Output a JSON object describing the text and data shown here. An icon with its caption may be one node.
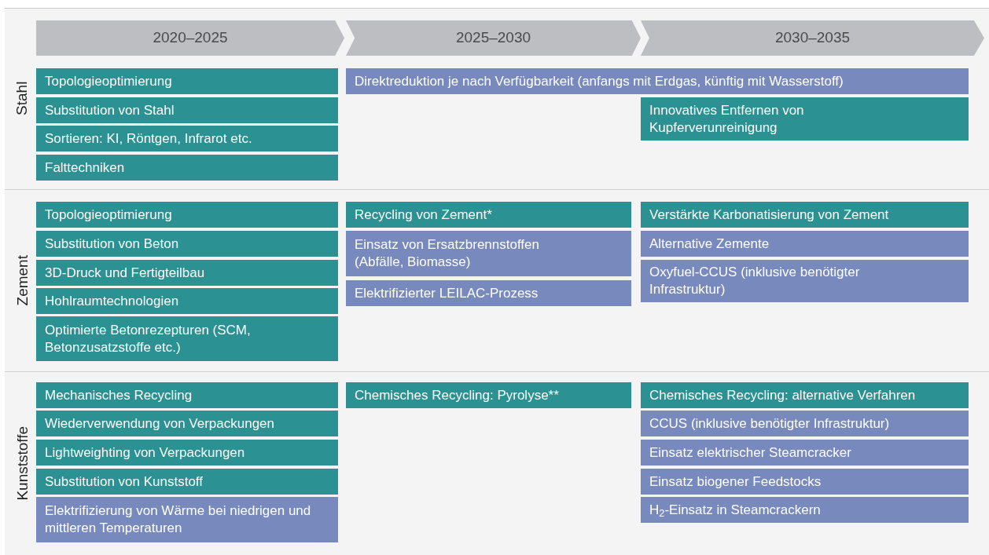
{
  "diagram": {
    "nodes": [
      {
        "text": [
          "2020–2025"
        ]
      },
      {
        "text": [
          "2025–2030"
        ]
      },
      {
        "text": [
          "2030–2035"
        ]
      },
      {
        "text": [
          "Topologieoptimierung"
        ]
      },
      {
        "text": [
          "Substitution von Stahl"
        ]
      },
      {
        "text": [
          "Sortieren: KI, Röntgen, Infrarot etc."
        ]
      },
      {
        "text": [
          "Falttechniken"
        ]
      },
      {
        "text": [
          "Direktreduktion je nach Verfügbarkeit (anfangs mit Erdgas, künftig mit Wasserstoff)"
        ]
      },
      {
        "text": [
          "Innovatives Entfernen von Kupferverunreinigung"
        ]
      },
      {
        "text": [
          "Topologieoptimierung"
        ]
      },
      {
        "text": [
          "Substitution von Beton"
        ]
      },
      {
        "text": [
          "3D-Druck und Fertigteilbau"
        ]
      },
      {
        "text": [
          "Hohlraumtechnologien"
        ]
      },
      {
        "text": [
          "Optimierte Betonrezepturen (SCM, Betonzusatzstoffe etc.)"
        ]
      },
      {
        "text": [
          "Recycling von Zement*"
        ]
      },
      {
        "text": [
          "Einsatz von Ersatzbrennstoffen (Abfälle, Biomasse)"
        ]
      },
      {
        "text": [
          "Elektrifizierter LEILAC-Prozess"
        ]
      },
      {
        "text": [
          "Verstärkte Karbonatisierung von Zement"
        ]
      },
      {
        "text": [
          "Alternative Zemente"
        ]
      },
      {
        "text": [
          "Oxyfuel-CCUS (inklusive benötigter Infrastruktur)"
        ]
      },
      {
        "text": [
          "Mechanisches Recycling"
        ]
      },
      {
        "text": [
          "Wiederverwendung von Verpackungen"
        ]
      },
      {
        "text": [
          "Lightweighting von Verpackungen"
        ]
      },
      {
        "text": [
          "Substitution von Kunststoff"
        ]
      },
      {
        "text": [
          "Elektrifizierung von Wärme bei niedrigen und mittleren Temperaturen"
        ]
      },
      {
        "text": [
          "Chemisches Recycling: Pyrolyse**"
        ]
      },
      {
        "text": [
          "Chemisches Recycling: alternative Verfahren"
        ]
      },
      {
        "text": [
          "CCUS (inklusive benötigter Infrastruktur)"
        ]
      },
      {
        "text": [
          "Einsatz elektrischer Steamcracker"
        ]
      },
      {
        "text": [
          "Einsatz biogener Feedstocks"
        ]
      },
      {
        "text": [
          "H$_{2}$-Einsatz in Steamcrackern"
        ]
      }
    ],
    "labels": [
      "Stahl",
      "Zement",
      "Kunststoffe"
    ]
  }
}
